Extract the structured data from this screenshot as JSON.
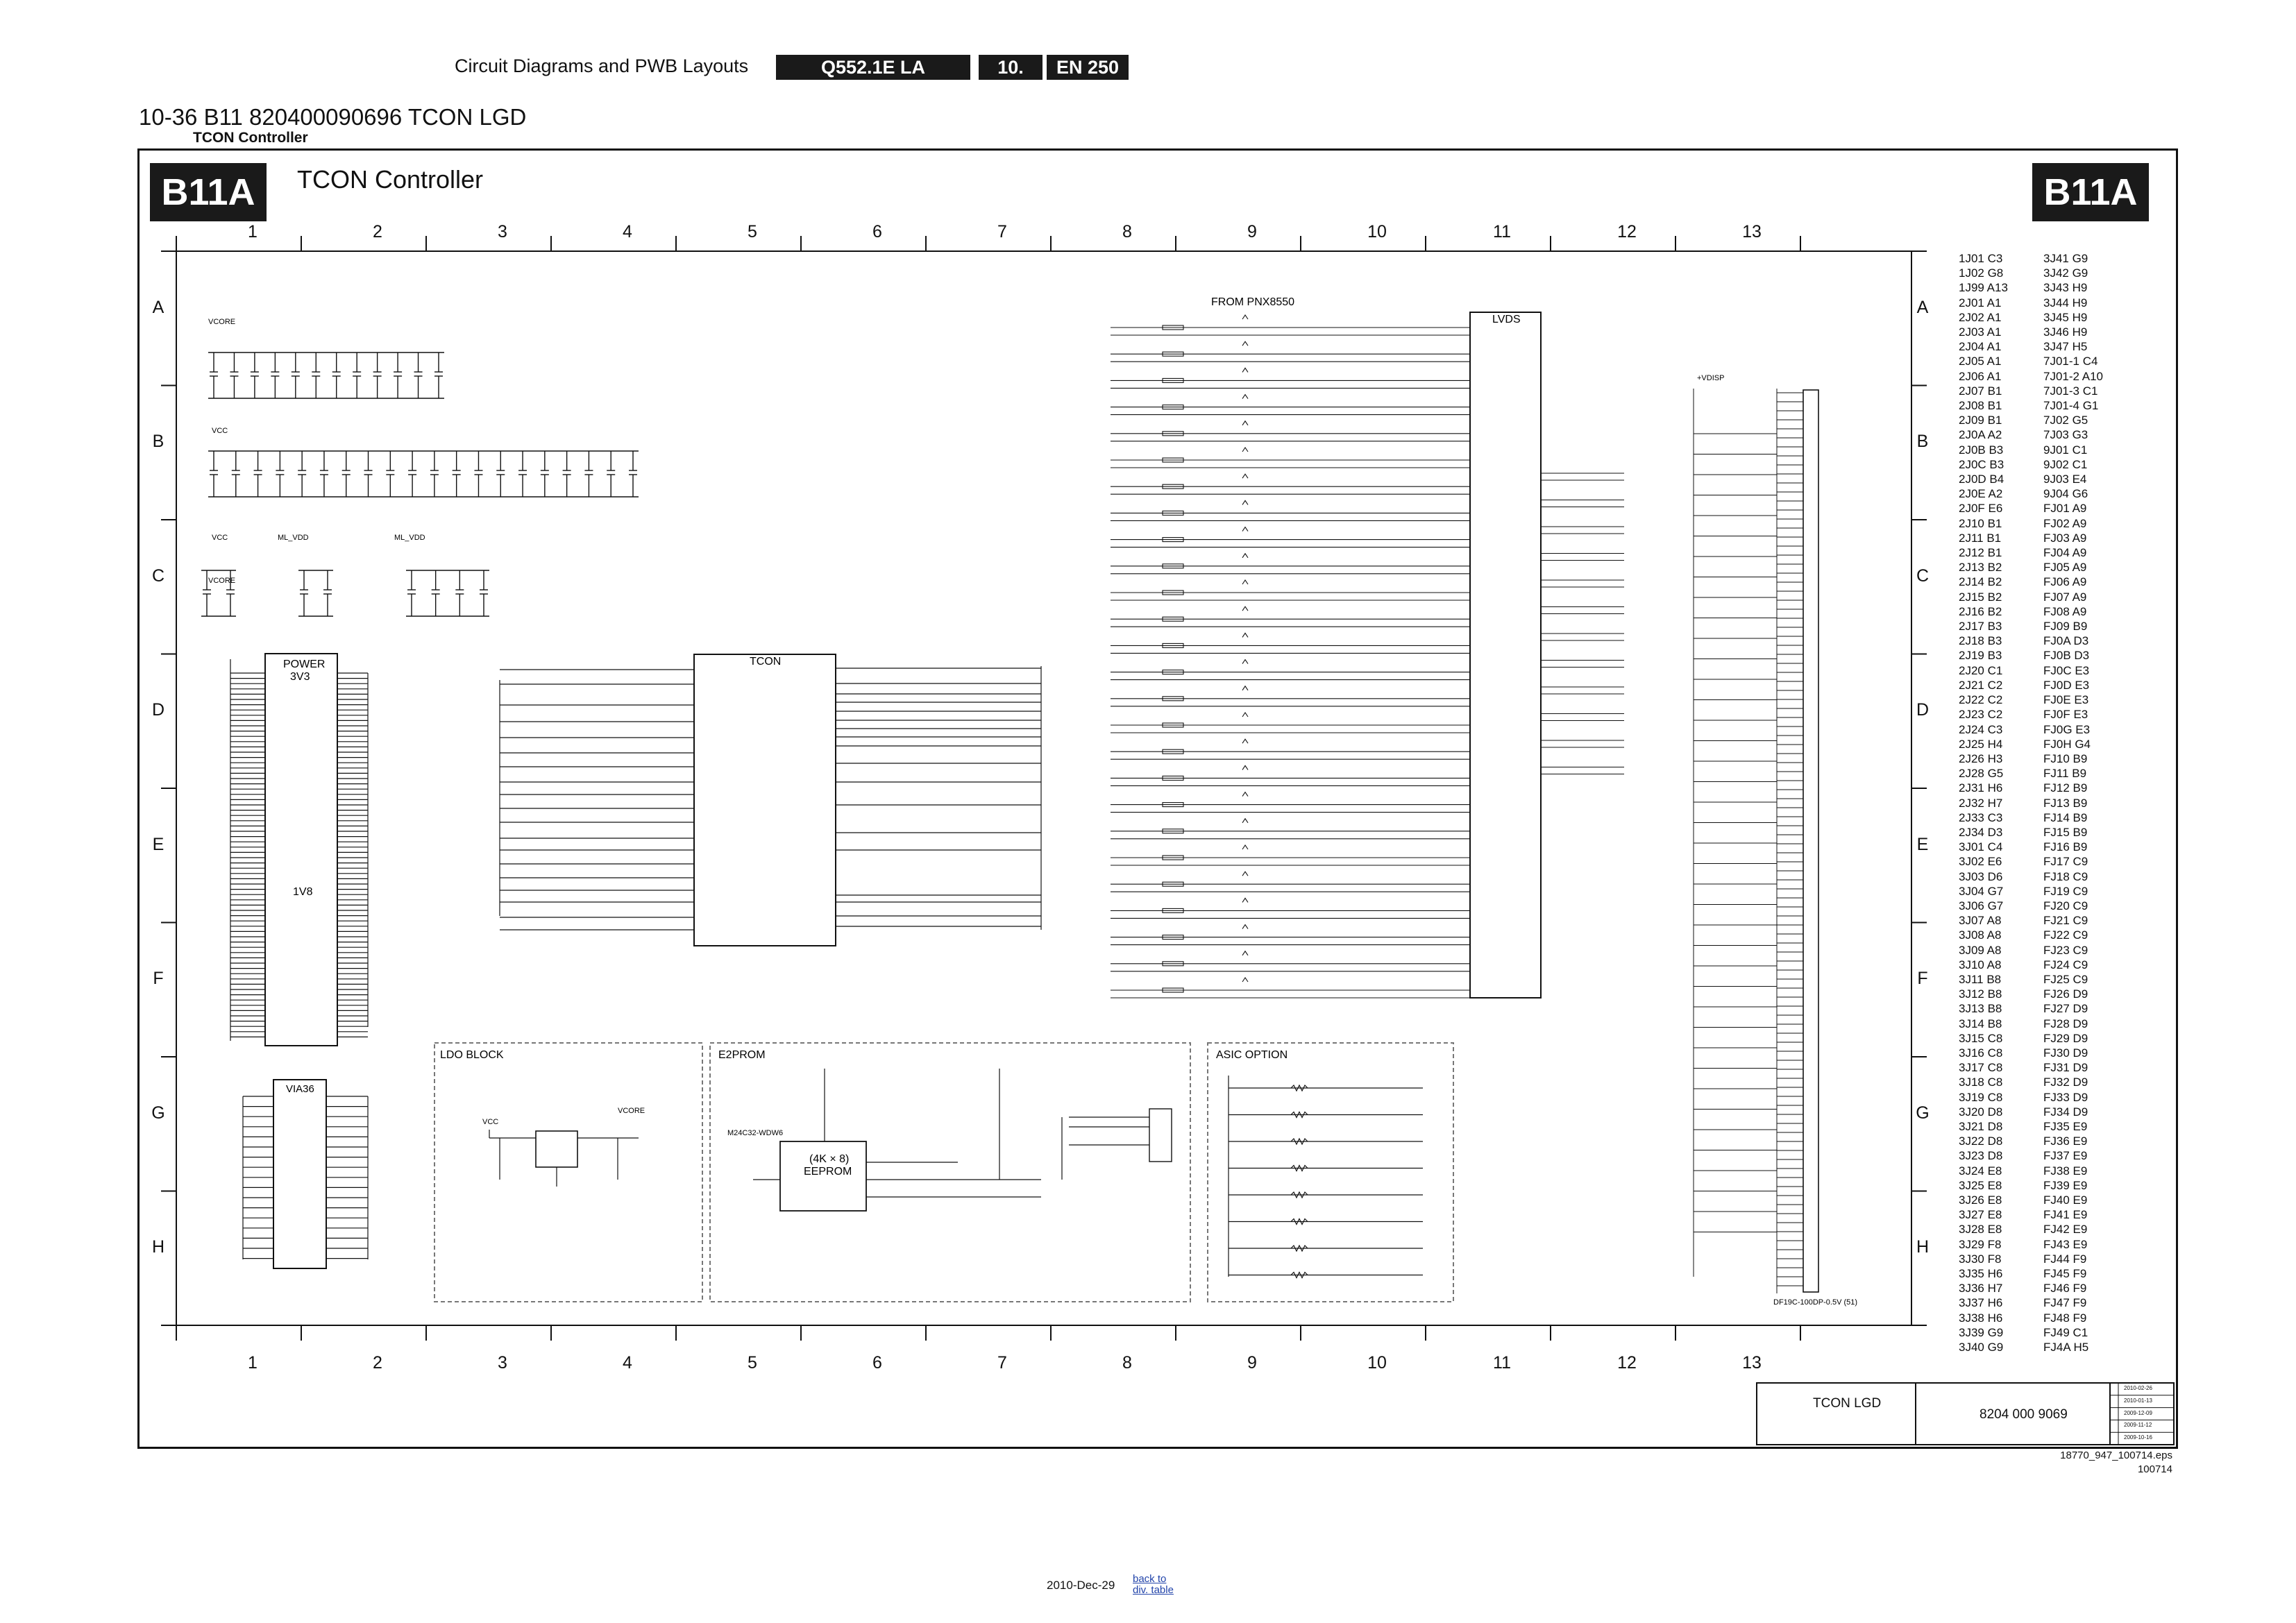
{
  "header": {
    "section": "Circuit Diagrams and PWB Layouts",
    "model": "Q552.1E LA",
    "chapter": "10.",
    "page": "EN 250"
  },
  "doc": {
    "title": "10-36 B11 820400090696 TCON LGD",
    "subtitle": "TCON Controller"
  },
  "sheet": {
    "badge": "B11A",
    "title": "TCON Controller",
    "columns": [
      "1",
      "2",
      "3",
      "4",
      "5",
      "6",
      "7",
      "8",
      "9",
      "10",
      "11",
      "12",
      "13"
    ],
    "rows": [
      "A",
      "B",
      "C",
      "D",
      "E",
      "F",
      "G",
      "H"
    ]
  },
  "blocks": {
    "from_pnx": "FROM PNX8550",
    "lvds": "LVDS",
    "tcon": "TCON",
    "power": "POWER",
    "power_3v3": "3V3",
    "v1v8": "1V8",
    "via36": "VIA36",
    "ldo": "LDO BLOCK",
    "e2prom": "E2PROM",
    "asic": "ASIC OPTION",
    "eeprom_label": "EEPROM",
    "eeprom_size": "(4K × 8)",
    "eeprom_part": "M24C32-WDW6",
    "connector_part": "DF19C-100DP-0.5V (51)",
    "vcore": "VCORE",
    "vcc": "VCC",
    "ml_vdd": "ML_VDD",
    "vdisp": "+VDISP"
  },
  "legend": {
    "col1": [
      "1J01 C3",
      "1J02 G8",
      "1J99 A13",
      "2J01 A1",
      "2J02 A1",
      "2J03 A1",
      "2J04 A1",
      "2J05 A1",
      "2J06 A1",
      "2J07 B1",
      "2J08 B1",
      "2J09 B1",
      "2J0A A2",
      "2J0B B3",
      "2J0C B3",
      "2J0D B4",
      "2J0E A2",
      "2J0F E6",
      "2J10 B1",
      "2J11 B1",
      "2J12 B1",
      "2J13 B2",
      "2J14 B2",
      "2J15 B2",
      "2J16 B2",
      "2J17 B3",
      "2J18 B3",
      "2J19 B3",
      "2J20 C1",
      "2J21 C2",
      "2J22 C2",
      "2J23 C2",
      "2J24 C3",
      "2J25 H4",
      "2J26 H3",
      "2J28 G5",
      "2J31 H6",
      "2J32 H7",
      "2J33 C3",
      "2J34 D3",
      "3J01 C4",
      "3J02 E6",
      "3J03 D6",
      "3J04 G7",
      "3J06 G7",
      "3J07 A8",
      "3J08 A8",
      "3J09 A8",
      "3J10 A8",
      "3J11 B8",
      "3J12 B8",
      "3J13 B8",
      "3J14 B8",
      "3J15 C8",
      "3J16 C8",
      "3J17 C8",
      "3J18 C8",
      "3J19 C8",
      "3J20 D8",
      "3J21 D8",
      "3J22 D8",
      "3J23 D8",
      "3J24 E8",
      "3J25 E8",
      "3J26 E8",
      "3J27 E8",
      "3J28 E8",
      "3J29 F8",
      "3J30 F8",
      "3J35 H6",
      "3J36 H7",
      "3J37 H6",
      "3J38 H6",
      "3J39 G9",
      "3J40 G9"
    ],
    "col2": [
      "3J41 G9",
      "3J42 G9",
      "3J43 H9",
      "3J44 H9",
      "3J45 H9",
      "3J46 H9",
      "3J47 H5",
      "7J01-1 C4",
      "7J01-2 A10",
      "7J01-3 C1",
      "7J01-4 G1",
      "7J02 G5",
      "7J03 G3",
      "9J01 C1",
      "9J02 C1",
      "9J03 E4",
      "9J04 G6",
      "FJ01 A9",
      "FJ02 A9",
      "FJ03 A9",
      "FJ04 A9",
      "FJ05 A9",
      "FJ06 A9",
      "FJ07 A9",
      "FJ08 A9",
      "FJ09 B9",
      "FJ0A D3",
      "FJ0B D3",
      "FJ0C E3",
      "FJ0D E3",
      "FJ0E E3",
      "FJ0F E3",
      "FJ0G E3",
      "FJ0H G4",
      "FJ10 B9",
      "FJ11 B9",
      "FJ12 B9",
      "FJ13 B9",
      "FJ14 B9",
      "FJ15 B9",
      "FJ16 B9",
      "FJ17 C9",
      "FJ18 C9",
      "FJ19 C9",
      "FJ20 C9",
      "FJ21 C9",
      "FJ22 C9",
      "FJ23 C9",
      "FJ24 C9",
      "FJ25 C9",
      "FJ26 D9",
      "FJ27 D9",
      "FJ28 D9",
      "FJ29 D9",
      "FJ30 D9",
      "FJ31 D9",
      "FJ32 D9",
      "FJ33 D9",
      "FJ34 D9",
      "FJ35 E9",
      "FJ36 E9",
      "FJ37 E9",
      "FJ38 E9",
      "FJ39 E9",
      "FJ40 E9",
      "FJ41 E9",
      "FJ42 E9",
      "FJ43 E9",
      "FJ44 F9",
      "FJ45 F9",
      "FJ46 F9",
      "FJ47 F9",
      "FJ48 F9",
      "FJ49 C1",
      "FJ4A H5"
    ]
  },
  "title_block": {
    "name": "TCON LGD",
    "code": "8204 000 9069",
    "revisions": [
      "2010-02-26",
      "2010-01-13",
      "2009-12-09",
      "2009-11-12",
      "2009-10-16"
    ]
  },
  "footer": {
    "file": "18770_947_100714.eps",
    "num": "100714",
    "date": "2010-Dec-29",
    "link1": "back to",
    "link2": "div. table"
  }
}
